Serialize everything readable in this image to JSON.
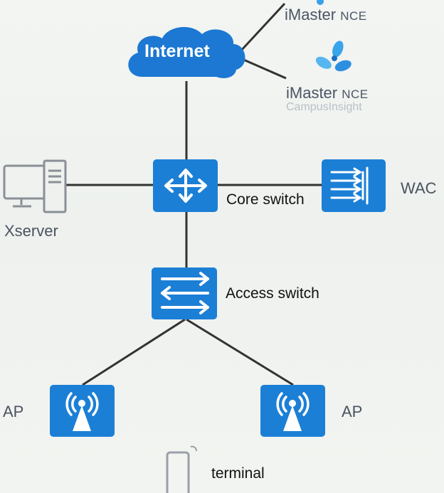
{
  "diagram": {
    "internet": {
      "label": "Internet"
    },
    "imaster_top": {
      "name": "iMaster",
      "suffix": "NCE"
    },
    "imaster_bottom": {
      "name": "iMaster",
      "suffix": "NCE",
      "subtitle": "CampusInsight"
    },
    "core_switch": {
      "label": "Core switch"
    },
    "access_switch": {
      "label": "Access switch"
    },
    "wac": {
      "label": "WAC"
    },
    "xserver": {
      "label": "Xserver"
    },
    "ap_left": {
      "label": "AP"
    },
    "ap_right": {
      "label": "AP"
    },
    "terminal": {
      "label": "terminal"
    },
    "colors": {
      "device_blue": "#1c7fd6",
      "cloud_blue": "#1c78d3",
      "line": "#333333"
    },
    "icons": {
      "core_switch": "router-arrows-icon",
      "access_switch": "switch-arrows-icon",
      "wac": "wireless-controller-icon",
      "ap": "wifi-antenna-icon",
      "xserver": "desktop-computer-icon",
      "terminal": "mobile-phone-icon",
      "imaster": "propeller-logo-icon"
    }
  }
}
